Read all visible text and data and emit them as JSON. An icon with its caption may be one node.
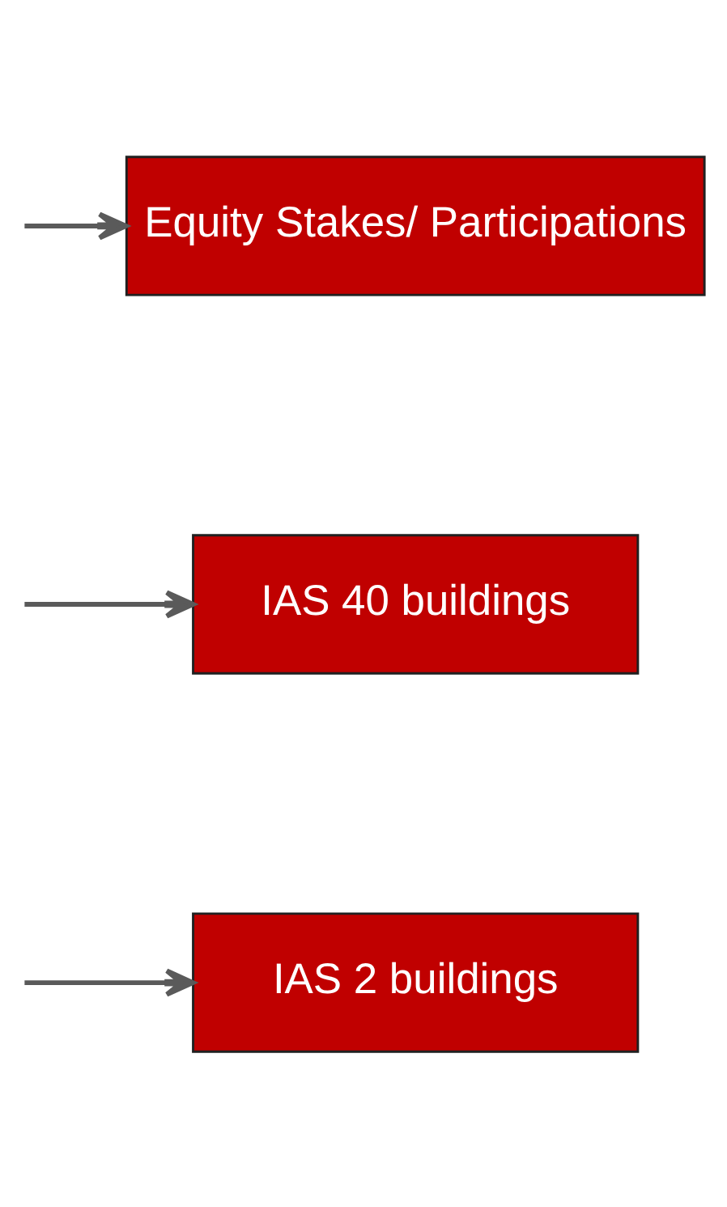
{
  "diagram": {
    "nodes": [
      {
        "text": [
          "IAS 2 buildings"
        ]
      },
      {
        "text": [
          "IAS 40 buildings"
        ]
      },
      {
        "text": [
          "Equity Stakes/ Participations"
        ]
      }
    ],
    "edges": [
      {
        "from": null,
        "to": 0,
        "arrow": "to"
      },
      {
        "from": null,
        "to": 1,
        "arrow": "to"
      },
      {
        "from": null,
        "to": 2,
        "arrow": "to"
      }
    ]
  }
}
